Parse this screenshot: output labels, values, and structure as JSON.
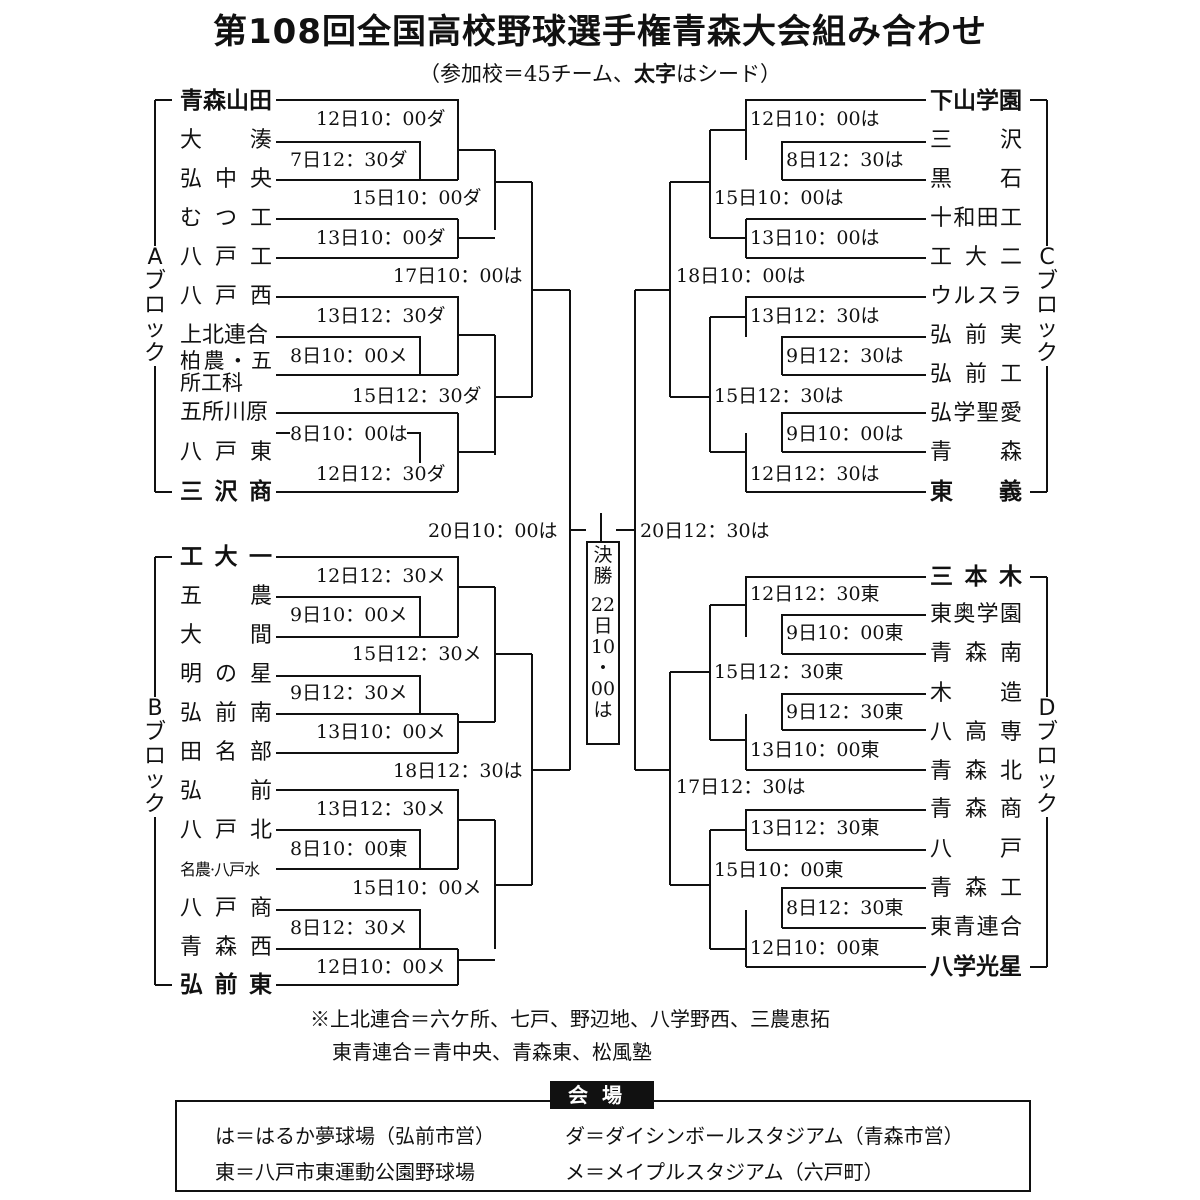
{
  "title": "第108回全国高校野球選手権青森大会組み合わせ",
  "subtitle_pre": "（参加校＝45チーム、",
  "subtitle_bold": "太字",
  "subtitle_post": "はシード）",
  "blocks": {
    "A": "Aブロック",
    "B": "Bブロック",
    "C": "Cブロック",
    "D": "Dブロック"
  },
  "teams_left": [
    "青森山田",
    "大　湊",
    "弘中央",
    "むつ工",
    "八戸工",
    "八戸西",
    "上北連合",
    "柏農・五所工科",
    "五所川原",
    "八戸東",
    "三沢商",
    "工大一",
    "五　農",
    "大　間",
    "明の星",
    "弘前南",
    "田名部",
    "弘　前",
    "八戸北",
    "名農·八戸水",
    "八戸商",
    "青森西",
    "弘前東"
  ],
  "teams_right": [
    "下山学園",
    "三　沢",
    "黒　石",
    "十和田工",
    "工大二",
    "ウルスラ",
    "弘前実",
    "弘前工",
    "弘学聖愛",
    "青　森",
    "東　義",
    "三本木",
    "東奥学園",
    "青森南",
    "木　造",
    "八高専",
    "青森北",
    "青森商",
    "八　戸",
    "青森工",
    "東青連合",
    "八学光星"
  ],
  "matches": {
    "a1": "12日10：00ダ",
    "a2": "7日12：30ダ",
    "a3": "15日10：00ダ",
    "a4": "13日10：00ダ",
    "a5": "17日10：00は",
    "a6": "13日12：30ダ",
    "a7": "8日10：00メ",
    "a8": "15日12：30ダ",
    "a9": "8日10：00は",
    "a10": "12日12：30ダ",
    "b1": "12日12：30メ",
    "b2": "9日10：00メ",
    "b3": "15日12：30メ",
    "b4": "9日12：30メ",
    "b5": "13日10：00メ",
    "b6": "18日12：30は",
    "b7": "13日12：30メ",
    "b8": "8日10：00東",
    "b9": "15日10：00メ",
    "b10": "8日12：30メ",
    "b11": "12日10：00メ",
    "c1": "12日10：00は",
    "c2": "8日12：30は",
    "c3": "15日10：00は",
    "c4": "13日10：00は",
    "c5": "18日10：00は",
    "c6": "13日12：30は",
    "c7": "9日12：30は",
    "c8": "15日12：30は",
    "c9": "9日10：00は",
    "c10": "12日12：30は",
    "d1": "12日12：30東",
    "d2": "9日10：00東",
    "d3": "15日12：30東",
    "d4": "9日12：30東",
    "d5": "13日10：00東",
    "d6": "17日12：30は",
    "d7": "13日12：30東",
    "d8": "15日10：00東",
    "d9": "8日12：30東",
    "d10": "12日10：00東",
    "semi_left": "20日10：00は",
    "semi_right": "20日12：30は"
  },
  "final": {
    "label": "決勝",
    "date": [
      "22",
      "日",
      "10",
      "・",
      "00",
      "は"
    ]
  },
  "notes": [
    "※上北連合＝六ケ所、七戸、野辺地、八学野西、三農恵拓",
    "東青連合＝青中央、青森東、松風塾"
  ],
  "venue": {
    "heading": "会場",
    "items": [
      "は＝はるか夢球場（弘前市営）",
      "ダ＝ダイシンボールスタジアム（青森市営）",
      "東＝八戸市東運動公園野球場",
      "メ＝メイプルスタジアム（六戸町）"
    ]
  }
}
